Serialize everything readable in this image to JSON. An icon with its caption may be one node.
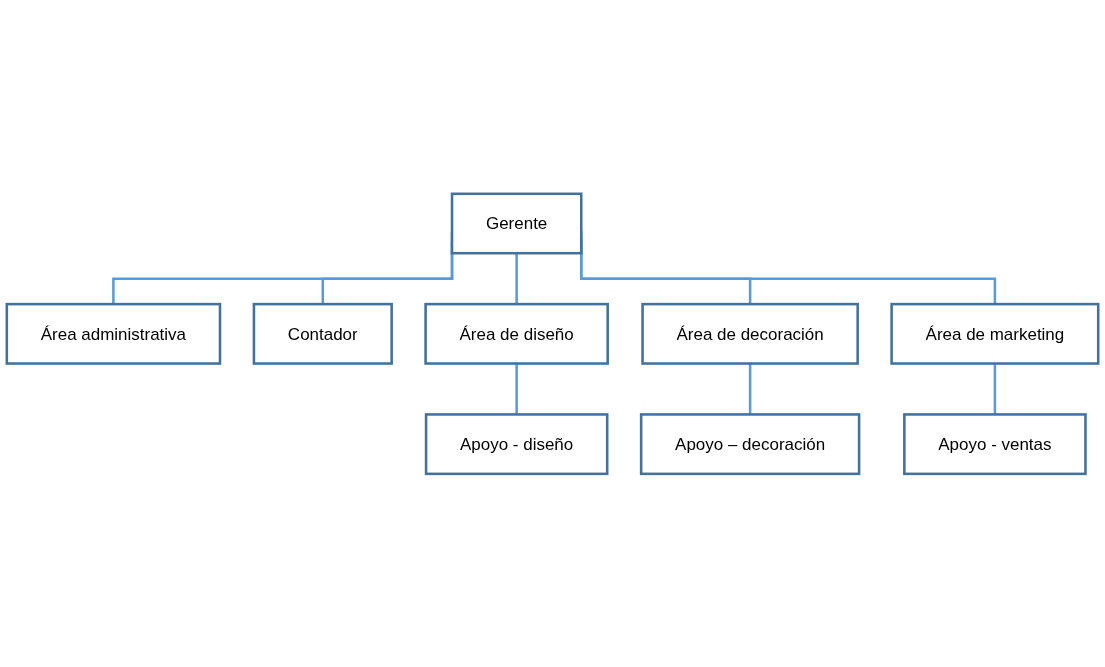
{
  "diagram": {
    "nodes": [
      {
        "text": [
          "Gerente"
        ]
      },
      {
        "text": [
          "Área administrativa"
        ]
      },
      {
        "text": [
          "Contador"
        ]
      },
      {
        "text": [
          "Área de diseño"
        ]
      },
      {
        "text": [
          "Área de decoración"
        ]
      },
      {
        "text": [
          "Área de marketing"
        ]
      },
      {
        "text": [
          "Apoyo - diseño"
        ]
      },
      {
        "text": [
          "Apoyo – decoración"
        ]
      },
      {
        "text": [
          "Apoyo - ventas"
        ]
      }
    ],
    "edges": [
      {
        "from": 0,
        "to": 1,
        "arrow": "none"
      },
      {
        "from": 0,
        "to": 2,
        "arrow": "none"
      },
      {
        "from": 0,
        "to": 3,
        "arrow": "none"
      },
      {
        "from": 0,
        "to": 4,
        "arrow": "none"
      },
      {
        "from": 0,
        "to": 5,
        "arrow": "none"
      },
      {
        "from": 3,
        "to": 6,
        "arrow": "none"
      },
      {
        "from": 4,
        "to": 7,
        "arrow": "none"
      },
      {
        "from": 5,
        "to": 8,
        "arrow": "none"
      }
    ]
  }
}
